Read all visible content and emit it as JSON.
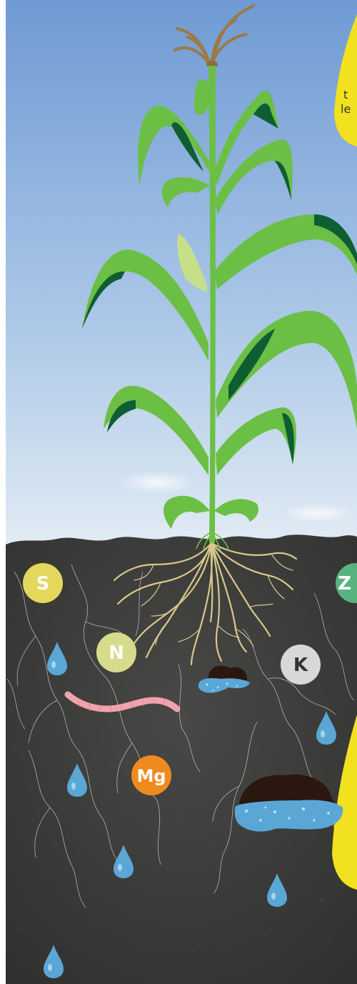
{
  "nutrients": {
    "sulfur": "S",
    "nitrogen": "N",
    "potassium": "K",
    "magnesium": "Mg",
    "zinc": "Z"
  },
  "callout_fragments": {
    "line1": "t",
    "line2": "le"
  },
  "colors": {
    "sky_top": "#6f9ad4",
    "sky_bottom": "#e6eef5",
    "soil": "#3a3a38",
    "plant_light": "#6cbf45",
    "plant_dark": "#0f5e33",
    "root": "#d9c88a",
    "water": "#5aa7d6",
    "callout": "#f2e11f",
    "worm": "#f1a3ac",
    "sulfur_badge": "#e3d85b",
    "nitrogen_badge": "#d6dc8b",
    "potassium_badge": "#d8d8d8",
    "magnesium_badge": "#f08a1f",
    "zinc_badge": "#59b37e"
  },
  "icons": [
    "maize-plant-icon",
    "root-system-icon",
    "water-drop-icon",
    "earthworm-icon",
    "humus-cluster-icon"
  ]
}
